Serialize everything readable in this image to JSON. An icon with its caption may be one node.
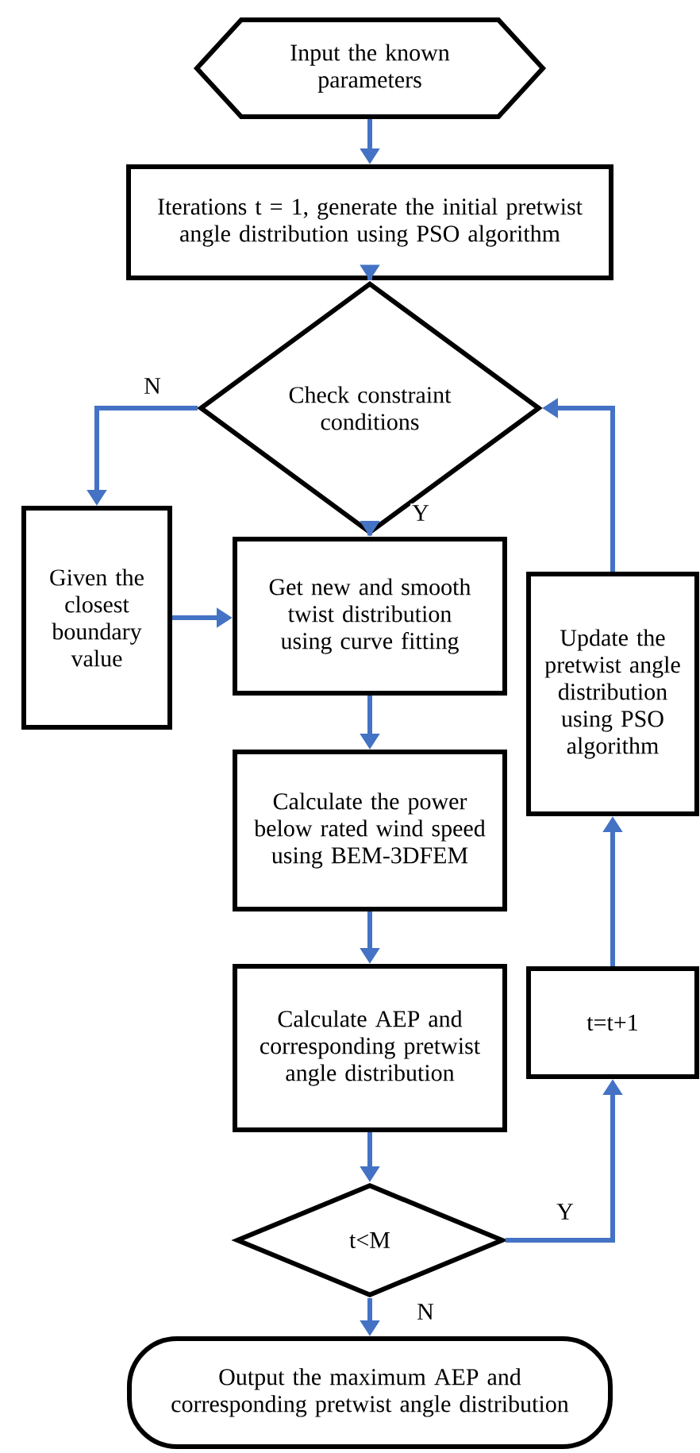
{
  "diagram": {
    "nodes": [
      {
        "text": [
          "Input the known parameters"
        ]
      },
      {
        "text": [
          "Iterations t = 1, generate the initial pretwist angle distribution using PSO  algorithm"
        ]
      },
      {
        "text": [
          "Check constraint conditions"
        ]
      },
      {
        "text": [
          "Given the closest boundary value"
        ]
      },
      {
        "text": [
          "Get new and smooth twist distribution using curve fitting"
        ]
      },
      {
        "text": [
          "Update the pretwist angle distribution using PSO algorithm"
        ]
      },
      {
        "text": [
          "Calculate the power below rated wind speed using BEM-3DFEM"
        ]
      },
      {
        "text": [
          "Calculate AEP and corresponding pretwist angle distribution"
        ]
      },
      {
        "text": [
          "t=t+1"
        ]
      },
      {
        "text": [
          "t<M"
        ]
      },
      {
        "text": [
          "Output the maximum AEP and corresponding pretwist angle distribution"
        ]
      }
    ],
    "edges": [
      {
        "from": 0,
        "to": 1,
        "arrow": "to"
      },
      {
        "from": 1,
        "to": 2,
        "arrow": "to"
      },
      {
        "from": 2,
        "to": 3,
        "arrow": "to",
        "label": "N"
      },
      {
        "from": 2,
        "to": 4,
        "arrow": "to",
        "label": "Y"
      },
      {
        "from": 3,
        "to": 4,
        "arrow": "to"
      },
      {
        "from": 4,
        "to": 6,
        "arrow": "to"
      },
      {
        "from": 6,
        "to": 7,
        "arrow": "to"
      },
      {
        "from": 7,
        "to": 9,
        "arrow": "to"
      },
      {
        "from": 9,
        "to": 8,
        "arrow": "to",
        "label": "Y"
      },
      {
        "from": 8,
        "to": 5,
        "arrow": "to"
      },
      {
        "from": 5,
        "to": 2,
        "arrow": "to"
      },
      {
        "from": 9,
        "to": 10,
        "arrow": "to",
        "label": "N"
      }
    ]
  }
}
